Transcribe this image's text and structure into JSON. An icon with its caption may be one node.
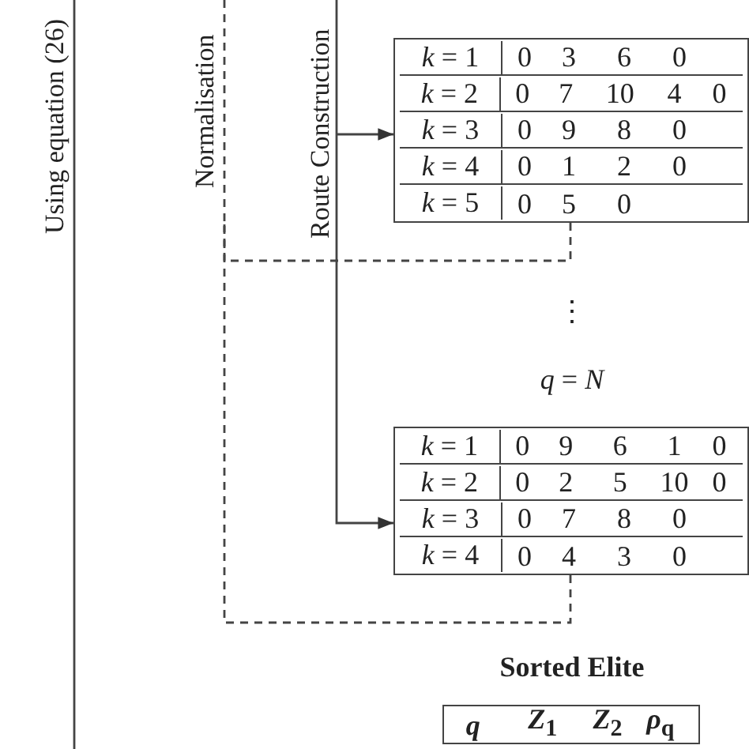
{
  "diagram": {
    "nodes": [
      {
        "text": [
          "Using equation (26)"
        ]
      },
      {
        "text": [
          "Normalisation"
        ]
      },
      {
        "text": [
          "Route Construction"
        ]
      },
      {
        "text": [],
        "shape": "box"
      },
      {
        "text": [
          "*k* = 1",
          "0",
          "3",
          "6",
          "0"
        ],
        "in": 3
      },
      {
        "text": [
          "*k* = 2",
          "0",
          "7",
          "10",
          "4",
          "0"
        ],
        "in": 3
      },
      {
        "text": [
          "*k* = 3",
          "0",
          "9",
          "8",
          "0"
        ],
        "in": 3
      },
      {
        "text": [
          "*k* = 4",
          "0",
          "1",
          "2",
          "0"
        ],
        "in": 3
      },
      {
        "text": [
          "*k* = 5",
          "0",
          "5",
          "0"
        ],
        "in": 3
      },
      {
        "text": [],
        "shape": "box"
      },
      {
        "text": [
          "*k* = 1",
          "0",
          "9",
          "6",
          "1",
          "0"
        ],
        "in": 9
      },
      {
        "text": [
          "*k* = 2",
          "0",
          "2",
          "5",
          "10",
          "0"
        ],
        "in": 9
      },
      {
        "text": [
          "*k* = 3",
          "0",
          "7",
          "8",
          "0"
        ],
        "in": 9
      },
      {
        "text": [
          "*k* = 4",
          "0",
          "4",
          "3",
          "0"
        ],
        "in": 9
      },
      {
        "text": [],
        "shape": "box"
      },
      {
        "text": [
          "*q*",
          "*Z*$_{1}$",
          "*Z*$_{2}$",
          "*ρ*$_{q}$"
        ],
        "in": 14
      }
    ],
    "edges": [
      {
        "from": 2,
        "to": 3,
        "arrow": "to"
      },
      {
        "from": 2,
        "to": 9,
        "arrow": "to"
      },
      {
        "from": 3,
        "to": 1,
        "arrow": "none",
        "style": "dashed"
      },
      {
        "from": 9,
        "to": 1,
        "arrow": "none",
        "style": "dashed"
      }
    ],
    "labels": [
      "⋮",
      "*q* = *N*",
      "Sorted Elite"
    ]
  }
}
